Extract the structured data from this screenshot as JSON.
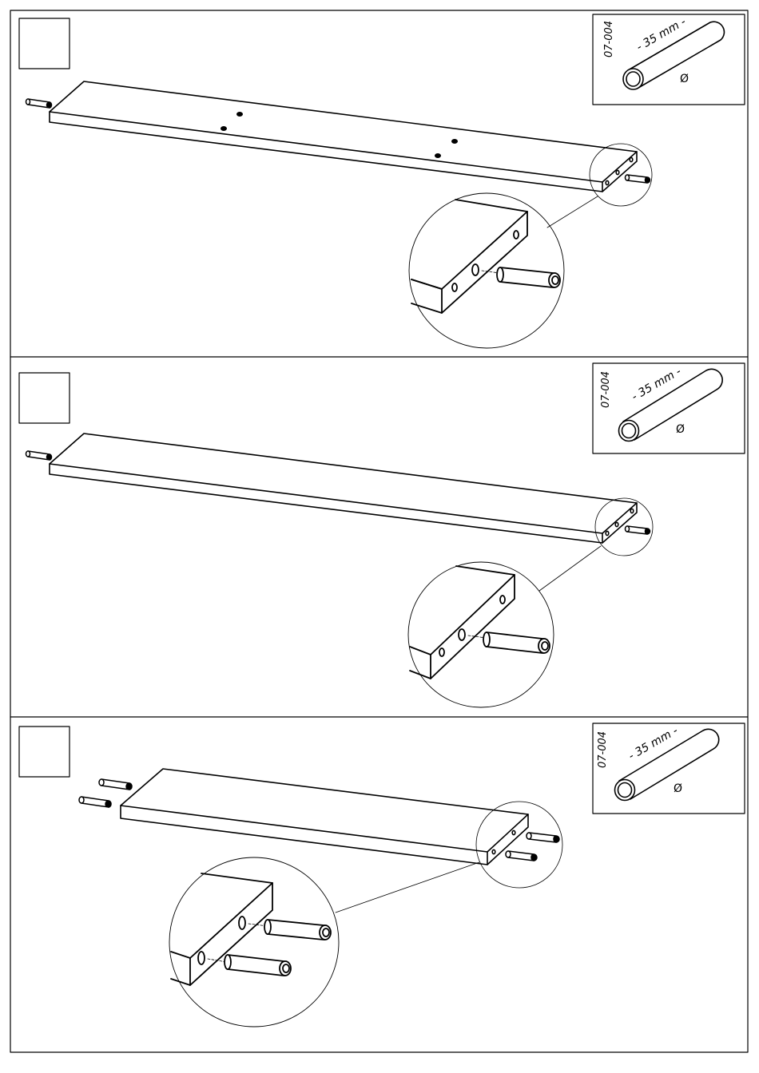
{
  "steps": [
    {
      "step_number": "",
      "part": {
        "code": "07-004",
        "length_label": "- 35 mm -",
        "diameter_symbol": "Ø"
      },
      "dowels_per_end": 1,
      "top_holes": 4
    },
    {
      "step_number": "",
      "part": {
        "code": "07-004",
        "length_label": "- 35 mm -",
        "diameter_symbol": "Ø"
      },
      "dowels_per_end": 1,
      "top_holes": 0
    },
    {
      "step_number": "",
      "part": {
        "code": "07-004",
        "length_label": "- 35 mm -",
        "diameter_symbol": "Ø"
      },
      "dowels_per_end": 2,
      "top_holes": 0
    }
  ]
}
